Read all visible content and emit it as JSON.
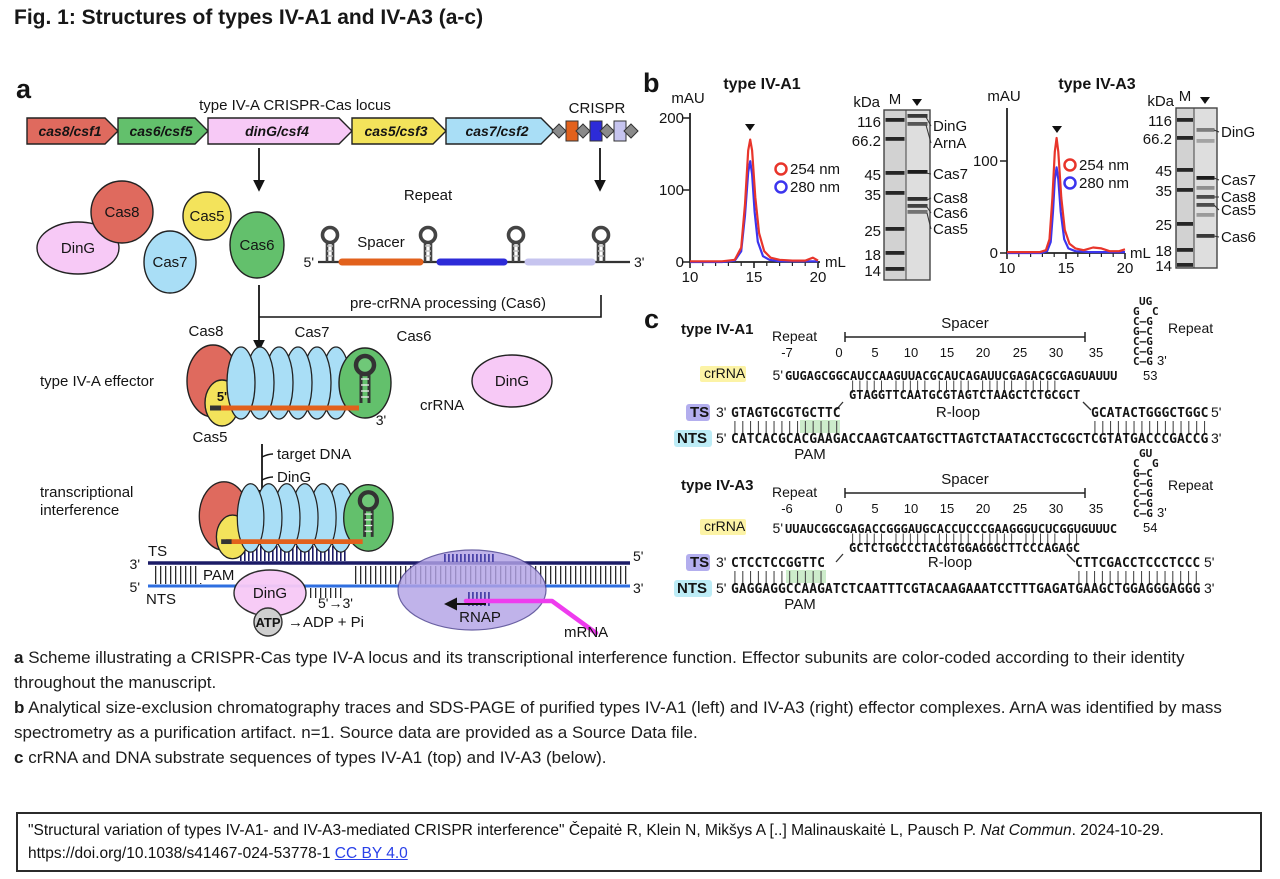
{
  "figure_title": "Fig. 1: Structures of types IV-A1 and IV-A3 (a-c)",
  "colors": {
    "red": "#df6a5e",
    "green": "#63c06c",
    "pink": "#f7c9f6",
    "yellow": "#f3e35b",
    "blue_light": "#a9def6",
    "orange": "#e2611c",
    "spacer_blue": "#2d2bd8",
    "periwinkle": "#c6c4ef",
    "trace_red": "#e8352b",
    "trace_blue": "#3c35ee",
    "seq_orange": "#f0951c",
    "seq_ts_blue": "#1d1dbe",
    "seq_nts_blue": "#3d9be9",
    "seq_gray": "#8f8f8f",
    "mrna": "#ee3cee",
    "rnap": "#b3a3e6",
    "ts_line": "#1b1b66",
    "nts_line": "#2f6fe0",
    "crrna_hl": "#fcf3a6",
    "ts_hl": "#b3aeee",
    "nts_hl": "#bdecf6",
    "pam_hl": "#cdeccb"
  },
  "panel_a": {
    "label": "a",
    "locus_title": "type IV-A CRISPR-Cas locus",
    "crispr_label": "CRISPR",
    "genes": [
      {
        "label": "cas8/csf1",
        "color": "#df6a5e"
      },
      {
        "label": "cas6/csf5",
        "color": "#63c06c"
      },
      {
        "label": "dinG/csf4",
        "color": "#f7c9f6"
      },
      {
        "label": "cas5/csf3",
        "color": "#f3e35b"
      },
      {
        "label": "cas7/csf2",
        "color": "#a9def6"
      }
    ],
    "proteins": {
      "ding": "DinG",
      "cas8": "Cas8",
      "cas7": "Cas7",
      "cas5": "Cas5",
      "cas6": "Cas6"
    },
    "pre_crrna": {
      "five": "5'",
      "three": "3'",
      "repeat": "Repeat",
      "spacer": "Spacer",
      "processing": "pre-crRNA processing (Cas6)"
    },
    "effector": {
      "label": "type IV-A effector",
      "cas8": "Cas8",
      "cas7": "Cas7",
      "cas6": "Cas6",
      "cas5": "Cas5",
      "five": "5'",
      "three": "3'",
      "crrna": "crRNA",
      "ding": "DinG"
    },
    "steps": {
      "target_dna": "target DNA",
      "ding": "DinG"
    },
    "interference": {
      "line1": "transcriptional",
      "line2": "interference",
      "ts": "TS",
      "nts": "NTS",
      "pam": "PAM",
      "ts_left": "3'",
      "nts_left": "5'",
      "ts_right": "5'",
      "nts_right": "3'",
      "ding": "DinG",
      "atp": "ATP",
      "direction": "5'→3'",
      "reaction": "→ADP + Pi",
      "rnap": "RNAP",
      "mrna": "mRNA"
    }
  },
  "panel_b": {
    "label": "b",
    "a1": {
      "title": "type IV-A1",
      "y_label": "mAU",
      "x_unit": "mL",
      "y_ticks": [
        "200",
        "100",
        "0"
      ],
      "x_ticks": [
        "10",
        "15",
        "20"
      ],
      "legend": [
        {
          "label": "254 nm",
          "color": "#e8352b"
        },
        {
          "label": "280 nm",
          "color": "#3c35ee"
        }
      ],
      "peak_ml": 14.7,
      "series": [
        {
          "name": "254 nm",
          "color": "#e8352b",
          "points": [
            [
              10,
              1
            ],
            [
              12.5,
              1
            ],
            [
              13.5,
              3
            ],
            [
              14,
              20
            ],
            [
              14.3,
              80
            ],
            [
              14.55,
              155
            ],
            [
              14.7,
              170
            ],
            [
              14.85,
              155
            ],
            [
              15.1,
              90
            ],
            [
              15.4,
              40
            ],
            [
              15.8,
              15
            ],
            [
              16.3,
              6
            ],
            [
              17,
              3
            ],
            [
              18,
              2
            ],
            [
              19,
              2
            ],
            [
              19.6,
              6
            ],
            [
              20,
              2
            ]
          ]
        },
        {
          "name": "280 nm",
          "color": "#3c35ee",
          "points": [
            [
              10,
              0
            ],
            [
              12.5,
              0
            ],
            [
              13.5,
              2
            ],
            [
              14,
              15
            ],
            [
              14.3,
              65
            ],
            [
              14.55,
              125
            ],
            [
              14.7,
              140
            ],
            [
              14.85,
              122
            ],
            [
              15.05,
              70
            ],
            [
              15.3,
              28
            ],
            [
              15.7,
              8
            ],
            [
              16.2,
              3
            ],
            [
              17,
              1
            ],
            [
              20,
              1
            ]
          ]
        }
      ],
      "gel": {
        "kda": "kDa",
        "m": "M",
        "markers": [
          "116",
          "66.2",
          "45",
          "35",
          "25",
          "18",
          "14"
        ],
        "marker_band_y": [
          120,
          139,
          173,
          193,
          229,
          253,
          269
        ],
        "sample_band_y": [
          [
            116,
            0.85
          ],
          [
            124,
            0.7
          ],
          [
            172,
            1
          ],
          [
            199,
            0.9
          ],
          [
            206,
            0.8
          ],
          [
            212,
            0.55
          ]
        ],
        "bands": [
          {
            "label": "DinG"
          },
          {
            "label": "ArnA"
          },
          {
            "label": "Cas7"
          },
          {
            "label": "Cas8"
          },
          {
            "label": "Cas6"
          },
          {
            "label": "Cas5"
          }
        ]
      }
    },
    "a3": {
      "title": "type IV-A3",
      "y_label": "mAU",
      "x_unit": "mL",
      "y_ticks": [
        "100",
        "0"
      ],
      "x_ticks": [
        "10",
        "15",
        "20"
      ],
      "legend": [
        {
          "label": "254 nm",
          "color": "#e8352b"
        },
        {
          "label": "280 nm",
          "color": "#3c35ee"
        }
      ],
      "peak_ml": 14.2,
      "series": [
        {
          "name": "254 nm",
          "color": "#e8352b",
          "points": [
            [
              10,
              1
            ],
            [
              12.8,
              1
            ],
            [
              13.3,
              3
            ],
            [
              13.6,
              15
            ],
            [
              13.85,
              60
            ],
            [
              14.05,
              110
            ],
            [
              14.2,
              125
            ],
            [
              14.35,
              110
            ],
            [
              14.6,
              60
            ],
            [
              14.9,
              25
            ],
            [
              15.3,
              10
            ],
            [
              15.8,
              5
            ],
            [
              16.5,
              3
            ],
            [
              17.3,
              6
            ],
            [
              18,
              5
            ],
            [
              18.7,
              2
            ],
            [
              19.5,
              2
            ],
            [
              20,
              4
            ]
          ]
        },
        {
          "name": "280 nm",
          "color": "#3c35ee",
          "points": [
            [
              10,
              0
            ],
            [
              12.9,
              0
            ],
            [
              13.4,
              2
            ],
            [
              13.7,
              12
            ],
            [
              13.9,
              45
            ],
            [
              14.05,
              80
            ],
            [
              14.2,
              93
            ],
            [
              14.35,
              80
            ],
            [
              14.55,
              45
            ],
            [
              14.85,
              15
            ],
            [
              15.2,
              5
            ],
            [
              15.8,
              2
            ],
            [
              17,
              1
            ],
            [
              20,
              1
            ]
          ]
        }
      ],
      "gel": {
        "kda": "kDa",
        "m": "M",
        "markers": [
          "116",
          "66.2",
          "45",
          "35",
          "25",
          "18",
          "14"
        ],
        "marker_band_y": [
          120,
          138,
          170,
          190,
          224,
          250,
          265
        ],
        "sample_band_y": [
          [
            130,
            0.5
          ],
          [
            141,
            0.3
          ],
          [
            178,
            1
          ],
          [
            188,
            0.4
          ],
          [
            197,
            0.75
          ],
          [
            205,
            0.75
          ],
          [
            215,
            0.35
          ],
          [
            236,
            0.85
          ]
        ],
        "bands": [
          {
            "label": "DinG"
          },
          {
            "label": "Cas7"
          },
          {
            "label": "Cas8"
          },
          {
            "label": "Cas5"
          },
          {
            "label": "Cas6"
          }
        ]
      }
    }
  },
  "panel_c": {
    "label": "c",
    "a1": {
      "title": "type IV-A1",
      "repeat_left": "Repeat",
      "spacer": "Spacer",
      "repeat_right": "Repeat",
      "scale": [
        "-7",
        "0",
        "5",
        "10",
        "15",
        "20",
        "25",
        "30",
        "35"
      ],
      "crrna_label": "crRNA",
      "five": "5'",
      "seq": "GUGAGCGGCAUCCAAGUUACGCAUCAGAUUCGAGACGCGAGUAUUU",
      "seq_tail": "",
      "bars_top": "||||| ||||| ||||| ||||| |||||",
      "rloop_seq": "GTAGGTTCAATGCGTAGTCTAAGCTCTGCGC",
      "rloop_tail": "T",
      "hairpin": {
        "loop": "UG",
        "flank_l": "G",
        "flank_r": "C",
        "pairs": [
          "C–G",
          "G–C",
          "C–G",
          "C–G"
        ],
        "bottom": "C–G",
        "three": "3'",
        "num": "53"
      },
      "ts": "TS",
      "ts_left_end": "3'",
      "ts_gray_l": "GTAG",
      "ts_blue": "TGCGTGCTTC",
      "rloop_label": "R-loop",
      "ts_gray_r": "GCATACTGGGCTGGC",
      "ts_right_end": "5'",
      "bars_left": "||||||||||||||",
      "bars_right": "|||||||||||||||",
      "nts": "NTS",
      "nts_left_end": "5'",
      "nts_gray_l": "CATC",
      "nts_blue": "ACGCACGAAGACCAAG",
      "nts_gray_r": "TCAATGCTTAGTCTAATACCTGCGCTCGTATGACCCGACCG",
      "nts_right_end": "3'",
      "pam": "PAM"
    },
    "a3": {
      "title": "type IV-A3",
      "repeat_left": "Repeat",
      "spacer": "Spacer",
      "repeat_right": "Repeat",
      "scale": [
        "-6",
        "0",
        "5",
        "10",
        "15",
        "20",
        "25",
        "30",
        "35"
      ],
      "crrna_label": "crRNA",
      "five": "5'",
      "seq": "UUAUCGGCGAGACCGGGAUGCACCUCCCGAAGGGUCU",
      "seq_tail": "CGGUGUUUC",
      "bars_top": "||||| ||||| ||||| ||||| ||||| ||",
      "rloop_seq": "GCTCTGGCCCTACGTGGAGGGCTTCCCAG",
      "rloop_tail": "AGC",
      "hairpin": {
        "loop": "GU",
        "flank_l": "C",
        "flank_r": "G",
        "pairs": [
          "G–C",
          "C–G",
          "C–G",
          "C–G"
        ],
        "bottom": "C–G",
        "three": "3'",
        "num": "54"
      },
      "ts": "TS",
      "ts_left_end": "3'",
      "ts_gray_l": "CTCC",
      "ts_blue": "TCCGGTTC",
      "rloop_label": "R-loop",
      "ts_gray_r": "CTTCGACCTCCCTCCC",
      "ts_right_end": "5'",
      "bars_left": "||||||||||||",
      "bars_right": "||||||||||||||||",
      "nts": "NTS",
      "nts_left_end": "5'",
      "nts_gray_l": "GAGG",
      "nts_blue": "AGGCCAAGATCTCAAT",
      "nts_gray_r": "TTCGTACAAGAAATCCTTTGAGATGAAGCTGGAGGGAGGG",
      "nts_right_end": "3'",
      "pam": "PAM"
    }
  },
  "caption": {
    "a_prefix": "a",
    "a_text": " Scheme illustrating a CRISPR-Cas type IV-A locus and its transcriptional interference function. Effector subunits are color-coded according to their identity throughout the manuscript.",
    "b_prefix": "b",
    "b_text": " Analytical size-exclusion chromatography traces and SDS-PAGE of purified types IV-A1 (left) and IV-A3 (right) effector complexes. ArnA was identified by mass spectrometry as a purification artifact. n=1. Source data are provided as a Source Data file.",
    "c_prefix": "c",
    "c_text": " crRNA and DNA substrate sequences of types IV-A1 (top) and IV-A3 (below)."
  },
  "citation": {
    "pre": "\"Structural variation of types IV-A1- and IV-A3-mediated CRISPR interference\" Čepaitė R, Klein N, Mikšys A [..] Malinauskaitė L, Pausch P. ",
    "journal": "Nat Commun",
    "post": ". 2024-10-29.",
    "doi": "https://doi.org/10.1038/s41467-024-53778-1 ",
    "license": "CC BY 4.0"
  }
}
